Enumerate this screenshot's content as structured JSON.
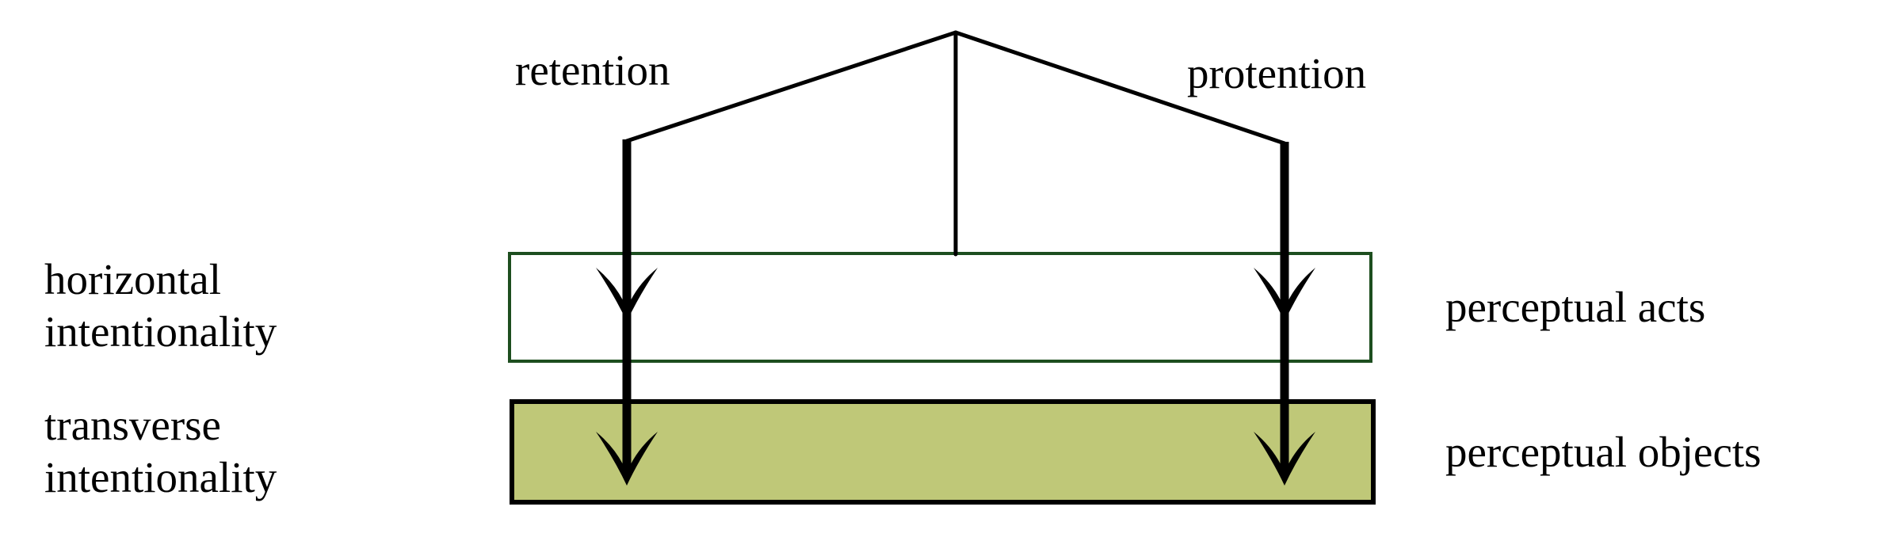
{
  "labels": {
    "retention": "retention",
    "protention": "protention",
    "horizontal_intentionality": {
      "line1": "horizontal",
      "line2": "intentionality"
    },
    "transverse_intentionality": {
      "line1": "transverse",
      "line2": "intentionality"
    },
    "perceptual_acts": "perceptual acts",
    "perceptual_objects": "perceptual objects"
  },
  "colors": {
    "diagram_line": "#000000",
    "acts_box_border": "#1d4e1f",
    "acts_box_fill": "#ffffff",
    "objects_box_border": "#000000",
    "objects_box_fill": "#bfc878"
  }
}
